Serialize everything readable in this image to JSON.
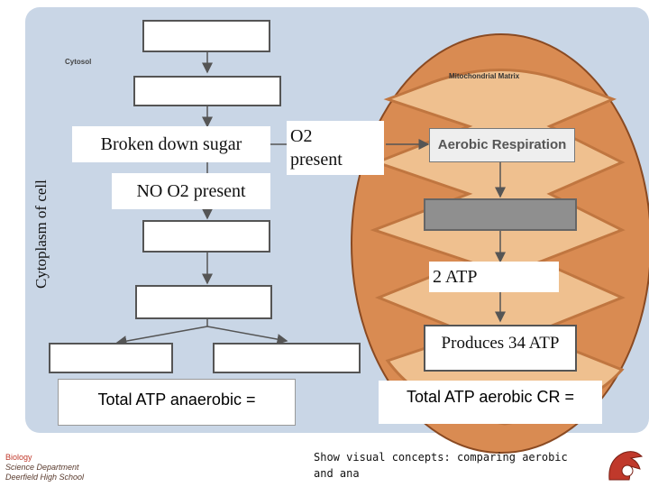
{
  "side_label": "Cytoplasm of cell",
  "region_labels": {
    "cytosol": "Cytosol",
    "mitochondrial_matrix": "Mitochondrial Matrix"
  },
  "labels": {
    "broken_down_sugar": "Broken down sugar",
    "no_o2_present": "NO O2 present",
    "o2_present_line1": "O2",
    "o2_present_line2": "present",
    "aerobic_respiration": "Aerobic Respiration",
    "two_atp": "2 ATP",
    "produces_34_atp": "Produces 34 ATP",
    "total_atp_anaerobic": "Total ATP anaerobic =",
    "total_atp_aerobic": "Total ATP aerobic CR ="
  },
  "footer": {
    "subject": "Biology",
    "department": "Science Department",
    "school": "Deerfield High School",
    "caption": "Show visual concepts: comparing aerobic and ana"
  },
  "colors": {
    "panel_bg": "#c9d6e6",
    "mitochondrion_outer": "#d98b52",
    "mitochondrion_inner": "#efc08f",
    "arrow": "#555555",
    "footer_subject": "#c0392b"
  }
}
